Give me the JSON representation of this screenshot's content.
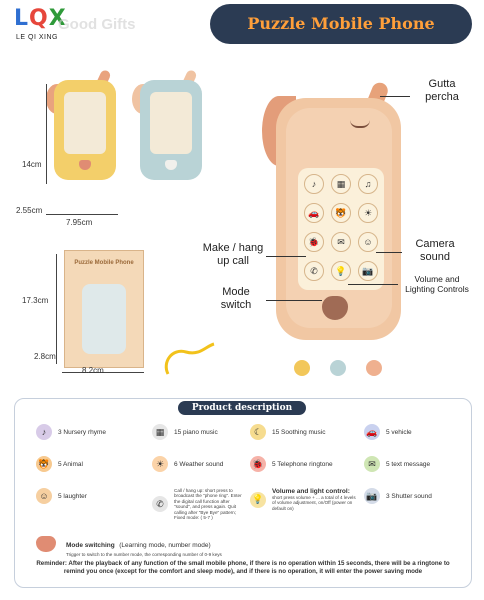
{
  "brand": {
    "logo_text": "LQX",
    "sub": "LE QI XING",
    "watermark": "Good Gifts"
  },
  "title": "Puzzle Mobile Phone",
  "small_phones": {
    "height_label": "14cm",
    "depth_label": "2.55cm",
    "width_label": "7.95cm",
    "colors": [
      "#f3cf6a",
      "#b9d3d6"
    ]
  },
  "box": {
    "title": "Puzzle Mobile Phone",
    "height_label": "17.3cm",
    "depth_label": "2.8cm",
    "width_label": "8.2cm"
  },
  "big_phone": {
    "labels": {
      "gutta": "Gutta\npercha",
      "make_call": "Make / hang\nup call",
      "camera": "Camera\nsound",
      "volume": "Volume and\nLighting Controls",
      "mode": "Mode\nswitch"
    },
    "keys": [
      "♪",
      "▦",
      "♫",
      "🚗",
      "🐯",
      "☀",
      "🐞",
      "✉",
      "☺",
      "✆",
      "💡",
      "📷"
    ],
    "color_options": [
      "#f2c75a",
      "#b9d3d6",
      "#efb08f"
    ]
  },
  "description": {
    "heading": "Product description",
    "features": [
      {
        "icon": "♪",
        "color": "#d8cbe8",
        "label": "3 Nursery rhyme"
      },
      {
        "icon": "▦",
        "color": "#e6e6e6",
        "label": "15 piano music"
      },
      {
        "icon": "☾",
        "color": "#f6dc8f",
        "label": "15 Soothing music"
      },
      {
        "icon": "🚗",
        "color": "#c9d1ef",
        "label": "5 vehicle"
      },
      {
        "icon": "🐯",
        "color": "#f7c98f",
        "label": "5 Animal"
      },
      {
        "icon": "☀",
        "color": "#fbd3a8",
        "label": "6 Weather sound"
      },
      {
        "icon": "🐞",
        "color": "#f6b2a8",
        "label": "5 Telephone ringtone"
      },
      {
        "icon": "✉",
        "color": "#cfe6b4",
        "label": "5 text message"
      },
      {
        "icon": "☺",
        "color": "#f6cfa0",
        "label": "5 laughter"
      },
      {
        "icon": "✆",
        "color": "#e6e6e6",
        "label": "Call / hang up: short press to broadcast the \"phone ring\". Enter the digital call function after \"sound\", and press again. Quit calling after \"Bye Bye\" pattern; Fixed mode: ( 5-7 )"
      },
      {
        "icon": "💡",
        "color": "#f7e3a1",
        "label": "Volume and light control:",
        "sub": "short press volume + ... a total of 4 levels of volume adjustment, on/Off (power on default on)"
      },
      {
        "icon": "📷",
        "color": "#d4dbe8",
        "label": "3 Shutter sound"
      }
    ],
    "mode": {
      "label": "Mode switching",
      "label_note": "(Learning mode, number mode)",
      "sub": "Trigger to switch to the number mode, the corresponding number of 0-9 keys"
    },
    "reminder": "Reminder: After the playback of any function of the small mobile phone, if there is no operation within 15 seconds, there will be a ringtone to remind you once (except for the comfort and sleep mode), and if there is no operation, it will enter the power saving mode"
  }
}
